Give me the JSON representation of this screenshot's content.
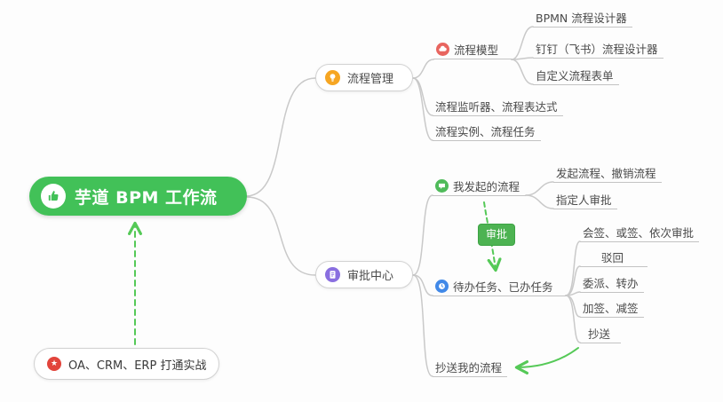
{
  "root": {
    "label": "芋道 BPM 工作流",
    "icon": "thumbs-up-icon"
  },
  "note": {
    "label": "OA、CRM、ERP 打通实战",
    "icon": "star-icon"
  },
  "relationship_badge": {
    "label": "审批"
  },
  "process_management": {
    "label": "流程管理",
    "icon": "lightbulb-icon",
    "children": {
      "process_model": {
        "label": "流程模型",
        "icon": "cloud-icon",
        "children": {
          "bpmn_designer": {
            "label": "BPMN 流程设计器"
          },
          "dingtalk_feishu_designer": {
            "label": "钉钉（飞书）流程设计器"
          },
          "custom_form": {
            "label": "自定义流程表单"
          }
        }
      },
      "listener_expression": {
        "label": "流程监听器、流程表达式"
      },
      "instance_task": {
        "label": "流程实例、流程任务"
      }
    }
  },
  "approval_center": {
    "label": "审批中心",
    "icon": "clipboard-icon",
    "children": {
      "my_initiated": {
        "label": "我发起的流程",
        "icon": "chat-bubble-icon",
        "children": {
          "initiate_cancel": {
            "label": "发起流程、撤销流程"
          },
          "assignee_approval": {
            "label": "指定人审批"
          }
        }
      },
      "todo_done": {
        "label": "待办任务、已办任务",
        "icon": "clock-icon",
        "children": {
          "multi_sign": {
            "label": "会签、或签、依次审批"
          },
          "reject": {
            "label": "驳回"
          },
          "delegate_transfer": {
            "label": "委派、转办"
          },
          "add_remove_sign": {
            "label": "加签、减签"
          },
          "cc": {
            "label": "抄送"
          }
        }
      },
      "cc_my_process": {
        "label": "抄送我的流程"
      }
    }
  },
  "colors": {
    "root_bg": "#42c158",
    "connector": "#c9c9c9",
    "green_arrow": "#55c957",
    "badge_bg": "#4db352",
    "icon_red": "#e2443b",
    "icon_orange": "#f6a623",
    "icon_pink_red": "#e8655f",
    "icon_purple": "#8a6fe0",
    "icon_green": "#4fbb5a",
    "icon_blue": "#4189e8"
  }
}
